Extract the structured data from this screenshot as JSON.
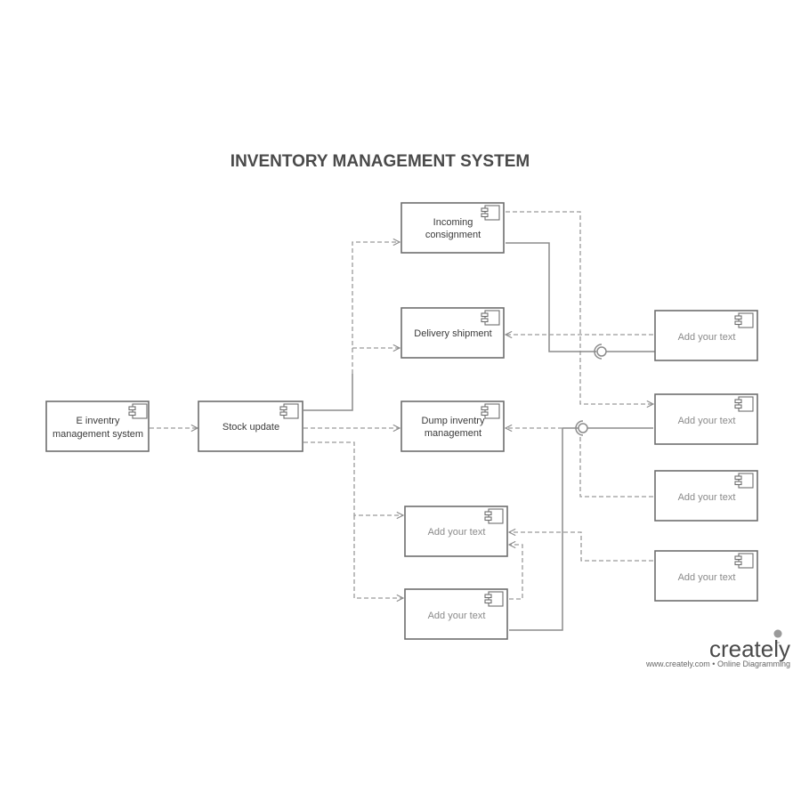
{
  "title": "INVENTORY MANAGEMENT SYSTEM",
  "nodes": {
    "e_inventory": {
      "line1": "E inventry",
      "line2": "management system"
    },
    "stock_update": {
      "label": "Stock update"
    },
    "incoming": {
      "line1": "Incoming",
      "line2": "consignment"
    },
    "delivery": {
      "label": "Delivery shipment"
    },
    "dump": {
      "line1": "Dump inventry",
      "line2": "management"
    },
    "mid_a": {
      "label": "Add your text"
    },
    "mid_b": {
      "label": "Add your text"
    },
    "right_1": {
      "label": "Add your text"
    },
    "right_2": {
      "label": "Add your text"
    },
    "right_3": {
      "label": "Add your text"
    },
    "right_4": {
      "label": "Add your text"
    }
  },
  "brand": {
    "name": "creately",
    "tagline": "www.creately.com • Online Diagramming"
  },
  "colors": {
    "stroke": "#6e6e6e",
    "connector": "#9a9a9a",
    "text": "#3a3a3a"
  }
}
